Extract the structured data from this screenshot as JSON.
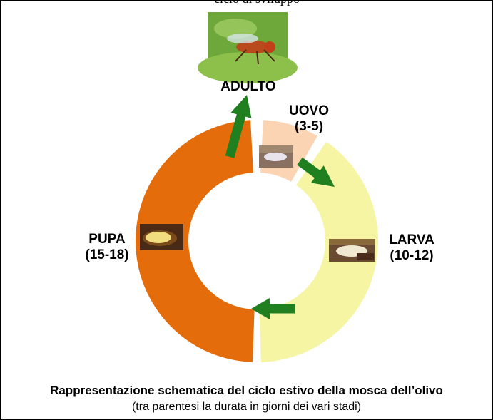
{
  "colors": {
    "pupa": "#e46c0a",
    "larva": "#f5f5a3",
    "uovo": "#fbd4b4",
    "arrow": "#208020",
    "frame": "#000000"
  },
  "header_partial": "ciclo di sviluppo",
  "stages": {
    "adulto": {
      "name": "ADULTO"
    },
    "uovo": {
      "name": "UOVO",
      "duration": "(3-5)"
    },
    "larva": {
      "name": "LARVA",
      "duration": "(10-12)"
    },
    "pupa": {
      "name": "PUPA",
      "duration": "(15-18)"
    }
  },
  "caption": {
    "title": "Rappresentazione schematica del ciclo estivo della mosca dell’olivo",
    "subtitle": "(tra parentesi la durata in giorni dei vari stadi)"
  }
}
